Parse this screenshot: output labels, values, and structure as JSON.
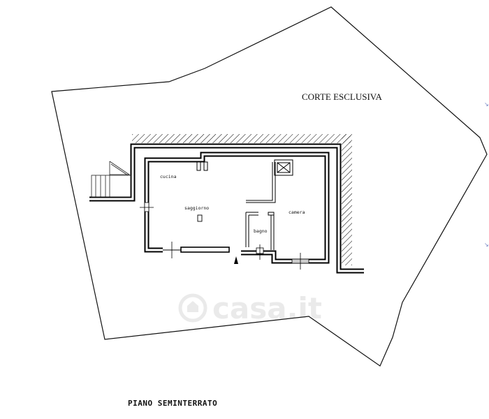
{
  "plan": {
    "area_label": "CORTE ESCLUSIVA",
    "floor_title": "PIANO SEMINTERRATO",
    "rooms": {
      "kitchen": "cucina",
      "living": "saggiorno",
      "bathroom": "bagno",
      "bedroom": "camera"
    }
  },
  "watermark": {
    "brand": "casa.it"
  }
}
